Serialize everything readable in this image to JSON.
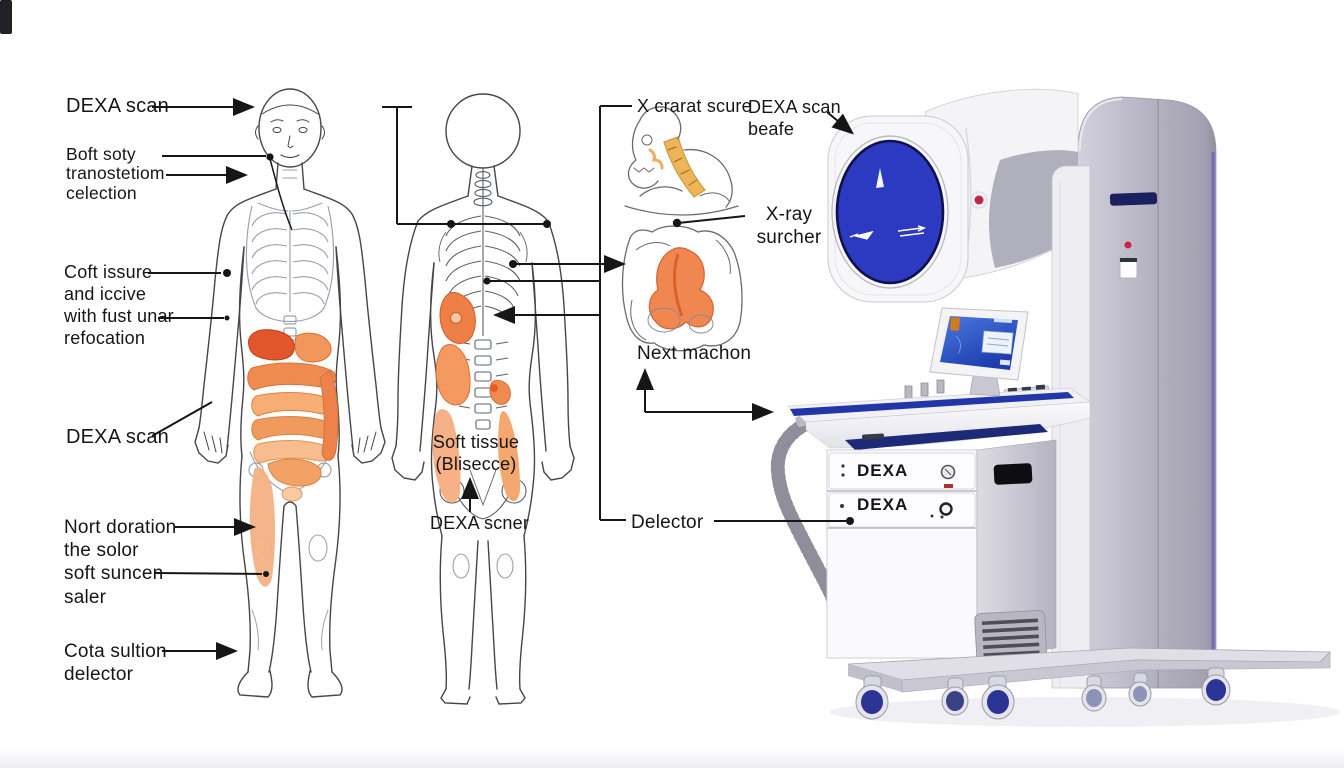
{
  "diagram_title": "DEXA scan anatomy and machine diagram",
  "labels": {
    "left": [
      {
        "id": "dexa-scan-head",
        "lines": [
          "DEXA scan"
        ]
      },
      {
        "id": "soft-body-note",
        "lines": [
          "Boft soty",
          "tranostetiom",
          "celection"
        ]
      },
      {
        "id": "tissue-note",
        "lines": [
          "Coft issure",
          "and iccive",
          "with fust unar",
          "refocation"
        ]
      },
      {
        "id": "dexa-scan-hand",
        "lines": [
          "DEXA scan"
        ]
      },
      {
        "id": "leg-note",
        "lines": [
          "Nort doration",
          "the solor",
          "soft suncen",
          "saler"
        ]
      },
      {
        "id": "foot-note",
        "lines": [
          "Cota sultion",
          "delector"
        ]
      }
    ],
    "center": [
      {
        "id": "soft-tissue",
        "lines": [
          "Soft tissue",
          "(Blisecce)"
        ]
      },
      {
        "id": "dexa-scanner",
        "lines": [
          "DEXA scner"
        ]
      }
    ],
    "right": [
      {
        "id": "x-scure",
        "lines": [
          "X crarat scure"
        ]
      },
      {
        "id": "scan-beafe",
        "lines": [
          "DEXA scan",
          "beafe"
        ]
      },
      {
        "id": "xray-surcher",
        "lines": [
          "X-ray",
          "surcher"
        ]
      },
      {
        "id": "next-machon",
        "lines": [
          "Next machon"
        ]
      },
      {
        "id": "delector",
        "lines": [
          "Delector"
        ]
      }
    ]
  },
  "machine": {
    "drawer_labels": [
      "DEXA",
      "DEXA"
    ]
  },
  "colors": {
    "accent_blue_dial": "#2b3ac0",
    "stripe_navy": "#20309e",
    "organ_orange": "#f19a5e",
    "liver_red": "#e2562b",
    "thigh_orange": "#f4b184",
    "spine_yellow": "#e8a93c",
    "line_black": "#161616",
    "tower_gray": "#b2b0be",
    "caster_blue": "#2a3494"
  }
}
